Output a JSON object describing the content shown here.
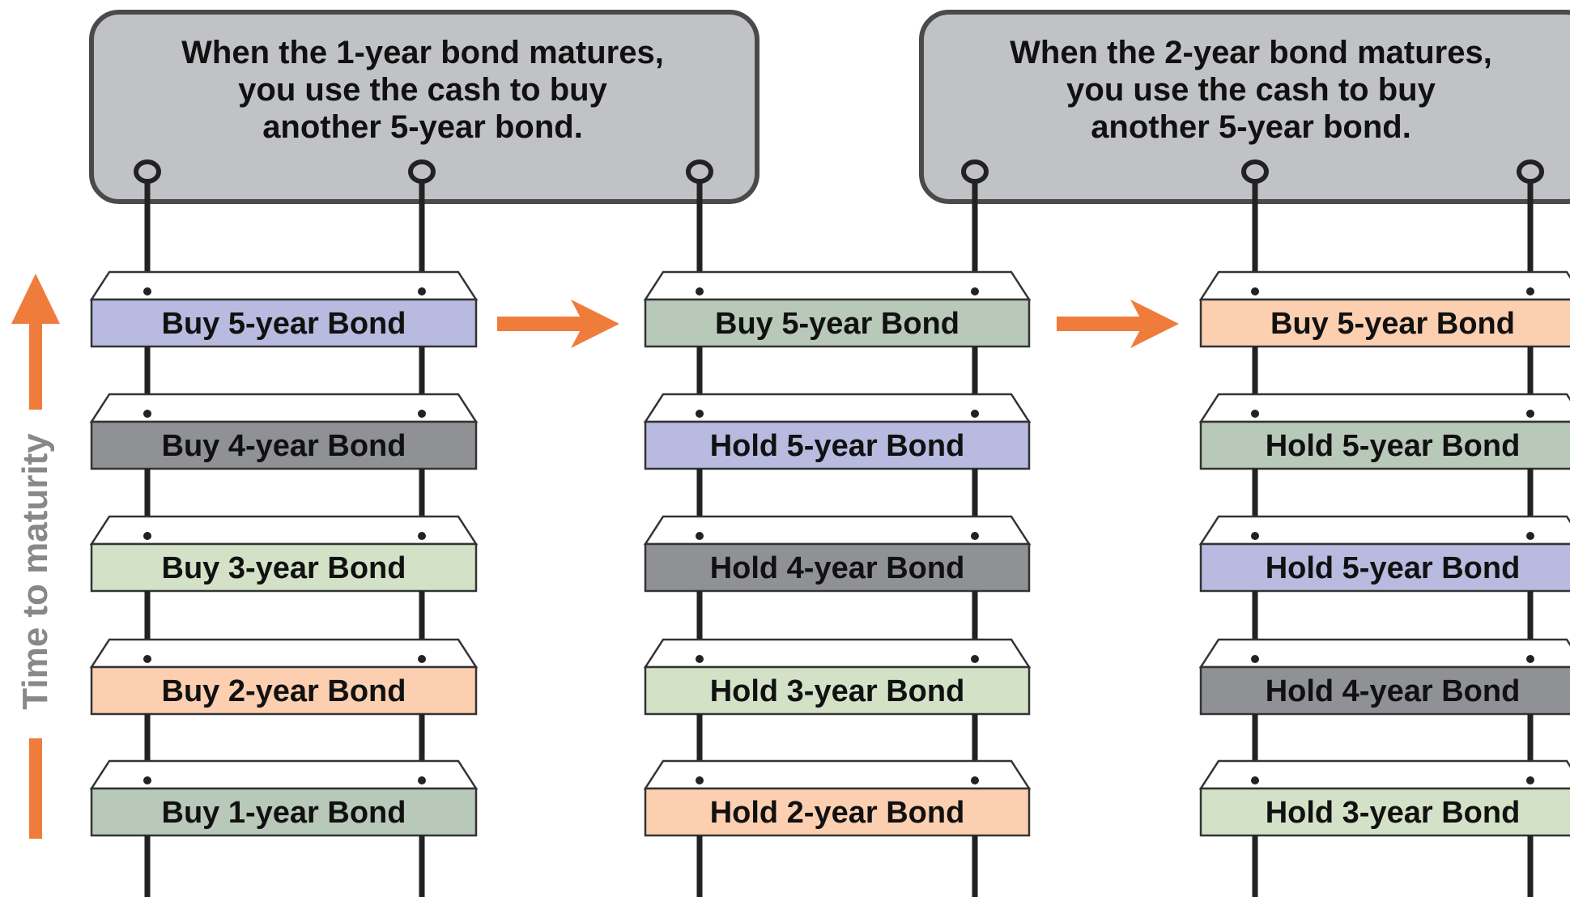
{
  "axis": {
    "label": "Time to maturity",
    "arrow_color": "#f07c3c"
  },
  "colors": {
    "panel_fill": "#c0c2c5",
    "panel_stroke": "#4a4a4a",
    "rope": "#222222",
    "shelf_top": "#ffffff",
    "flow_arrow": "#f07c3c",
    "bond_colors": {
      "lavender": "#b8badf",
      "gray": "#8f9194",
      "light-green": "#d3e2c7",
      "peach": "#fbcfb0",
      "sage": "#b8c8b9"
    }
  },
  "callouts": [
    {
      "lines": [
        "When the 1-year bond matures,",
        "you use the cash to buy",
        "another 5-year bond."
      ]
    },
    {
      "lines": [
        "When the 2-year bond matures,",
        "you use the cash to buy",
        "another 5-year bond."
      ]
    }
  ],
  "ladders": [
    {
      "rungs": [
        {
          "label": "Buy 5-year Bond",
          "color": "lavender"
        },
        {
          "label": "Buy 4-year Bond",
          "color": "gray"
        },
        {
          "label": "Buy 3-year Bond",
          "color": "light-green"
        },
        {
          "label": "Buy 2-year Bond",
          "color": "peach"
        },
        {
          "label": "Buy 1-year Bond",
          "color": "sage"
        }
      ]
    },
    {
      "rungs": [
        {
          "label": "Buy 5-year Bond",
          "color": "sage"
        },
        {
          "label": "Hold 5-year Bond",
          "color": "lavender"
        },
        {
          "label": "Hold 4-year Bond",
          "color": "gray"
        },
        {
          "label": "Hold 3-year Bond",
          "color": "light-green"
        },
        {
          "label": "Hold 2-year Bond",
          "color": "peach"
        }
      ]
    },
    {
      "rungs": [
        {
          "label": "Buy 5-year Bond",
          "color": "peach"
        },
        {
          "label": "Hold 5-year Bond",
          "color": "sage"
        },
        {
          "label": "Hold 5-year Bond",
          "color": "lavender"
        },
        {
          "label": "Hold 4-year Bond",
          "color": "gray"
        },
        {
          "label": "Hold 3-year Bond",
          "color": "light-green"
        }
      ]
    }
  ],
  "flow_arrows": [
    {
      "from": "ladder-1",
      "to": "ladder-2"
    },
    {
      "from": "ladder-2",
      "to": "ladder-3"
    }
  ]
}
